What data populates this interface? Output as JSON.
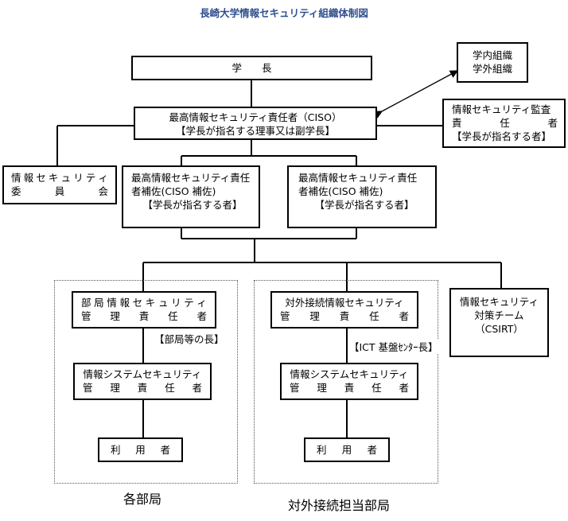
{
  "title": "長崎大学情報セキュリティ組織体制図",
  "president": "学　　長",
  "org": {
    "line1": "学内組織",
    "line2": "学外組織"
  },
  "ciso": {
    "line1": "最高情報セキュリティ責任者（CISO）",
    "line2": "【学長が指名する理事又は副学長】"
  },
  "auditor": {
    "line1": "情報セキュリティ監査",
    "line2": [
      "責",
      "任",
      "者"
    ],
    "line3": "【学長が指名する者】"
  },
  "committee": {
    "line1": [
      "情",
      "報",
      "セ",
      "キ",
      "ュ",
      "リ",
      "テ",
      "ィ"
    ],
    "line2": [
      "委",
      "員",
      "会"
    ]
  },
  "assistant_left": {
    "line1": "最高情報セキュリティ責任",
    "line2": "者補佐(CISO 補佐)",
    "line3": "【学長が指名する者】"
  },
  "assistant_right": {
    "line1": "最高情報セキュリティ責任",
    "line2": "者補佐(CISO 補佐)",
    "line3": "【学長が指名する者】"
  },
  "dept_manager": {
    "line1": [
      "部",
      "局",
      "情",
      "報",
      "セ",
      "キ",
      "ュ",
      "リ",
      "テ",
      "ィ"
    ],
    "line2": [
      "管",
      "理",
      "責",
      "任",
      "者"
    ],
    "tag": "【部局等の長】"
  },
  "dept_system": {
    "line1": "情報システムセキュリティ",
    "line2": [
      "管",
      "理",
      "責",
      "任",
      "者"
    ]
  },
  "dept_users": [
    "利",
    "用",
    "者"
  ],
  "ext_manager": {
    "line1": "対外接続情報セキュリティ",
    "line2": [
      "管",
      "理",
      "責",
      "任",
      "者"
    ],
    "tag": "【ICT 基盤ｾﾝﾀｰ長】"
  },
  "ext_system": {
    "line1": "情報システムセキュリティ",
    "line2": [
      "管",
      "理",
      "責",
      "任",
      "者"
    ]
  },
  "ext_users": [
    "利",
    "用",
    "者"
  ],
  "csirt": {
    "line1": "情報セキュリティ",
    "line2": "対策チーム",
    "line3": "（CSIRT）"
  },
  "caption_dept": "各部局",
  "caption_ext": "対外接続担当部局"
}
